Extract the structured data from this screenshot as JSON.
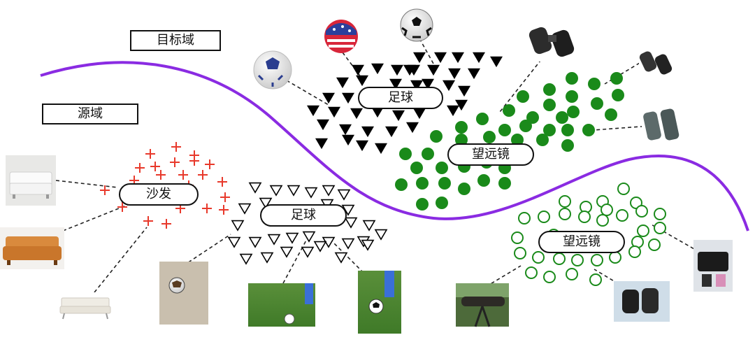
{
  "labels": {
    "target_domain": "目标域",
    "source_domain": "源域",
    "target_football": "足球",
    "target_telescope": "望远镜",
    "source_sofa": "沙发",
    "source_football": "足球",
    "source_telescope": "望远镜"
  },
  "colors": {
    "boundary": "#8a2be2",
    "sofa_marker": "#e8392b",
    "telescope_marker": "#1a8a1a",
    "football_marker": "#000000"
  },
  "markers": {
    "sofa": "+",
    "target_football": "filled-triangle",
    "source_football": "hollow-triangle",
    "target_telescope": "filled-circle",
    "source_telescope": "hollow-circle"
  }
}
